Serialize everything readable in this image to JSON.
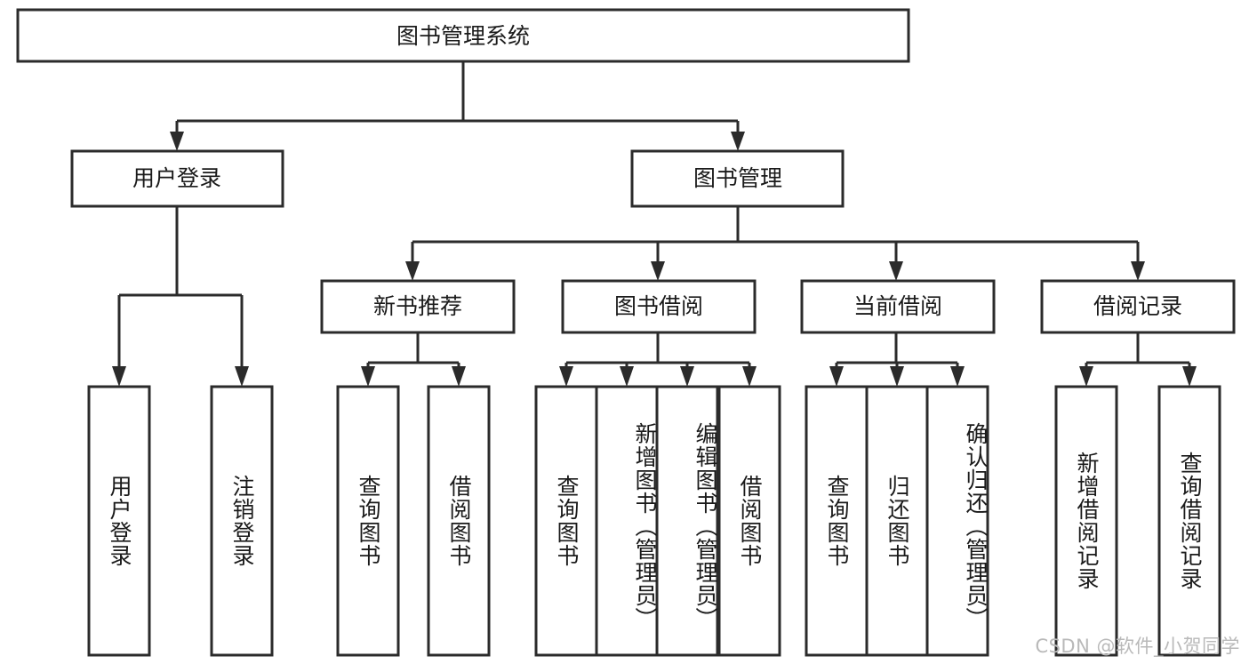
{
  "diagram": {
    "type": "tree-hierarchy",
    "title": "图书管理系统",
    "orientation": "top-down",
    "colors": {
      "stroke": "#2b2b2b",
      "fill": "#ffffff",
      "text": "#1a1a1a",
      "watermark": "#b9b9b9",
      "background": "#ffffff"
    },
    "levels": {
      "root": {
        "label": "图书管理系统"
      },
      "level2": [
        {
          "label": "用户登录"
        },
        {
          "label": "图书管理"
        }
      ],
      "level3": [
        {
          "label": "新书推荐"
        },
        {
          "label": "图书借阅"
        },
        {
          "label": "当前借阅"
        },
        {
          "label": "借阅记录"
        }
      ],
      "leaves": {
        "user_login": [
          {
            "label": "用户登录"
          },
          {
            "label": "注销登录"
          }
        ],
        "new_book_recommend": [
          {
            "label": "查询图书"
          },
          {
            "label": "借阅图书"
          }
        ],
        "book_borrow": [
          {
            "label": "查询图书"
          },
          {
            "label": "新增图书（管理员）"
          },
          {
            "label": "编辑图书（管理员）"
          },
          {
            "label": "借阅图书"
          }
        ],
        "current_borrow": [
          {
            "label": "查询图书"
          },
          {
            "label": "归还图书"
          },
          {
            "label": "确认归还（管理员）"
          }
        ],
        "borrow_record": [
          {
            "label": "新增借阅记录"
          },
          {
            "label": "查询借阅记录"
          }
        ]
      }
    }
  },
  "watermark": {
    "text": "CSDN @软件_小贺同学"
  }
}
